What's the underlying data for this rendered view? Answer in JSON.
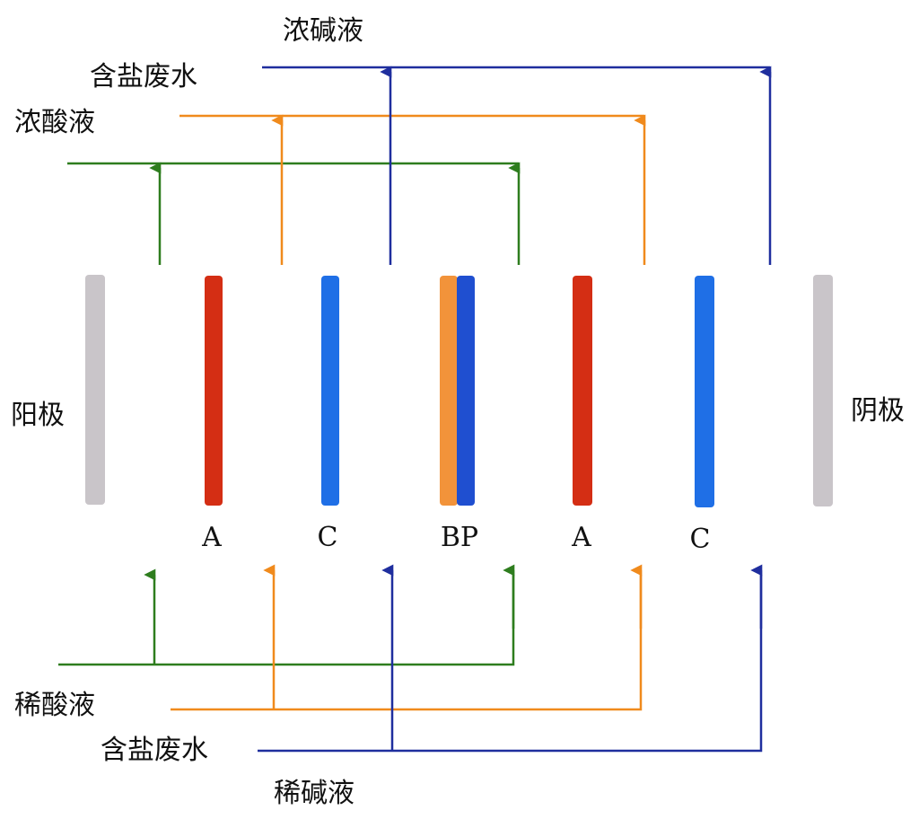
{
  "colors": {
    "green": "#2e7d1e",
    "orange": "#f08a1c",
    "navy": "#1f2e9e",
    "anion_membrane": "#d42e14",
    "cation_membrane": "#1f6fe6",
    "bp_orange": "#f2933a",
    "bp_blue": "#1f4fd0",
    "electrode": "#c9c5c9"
  },
  "top": {
    "conc_base": "浓碱液",
    "salt_water": "含盐废水",
    "conc_acid": "浓酸液"
  },
  "bottom": {
    "dilute_acid": "稀酸液",
    "salt_water": "含盐废水",
    "dilute_base": "稀碱液"
  },
  "electrodes": {
    "anode": "阳极",
    "cathode": "阴极"
  },
  "membranes": {
    "m1": "A",
    "m2": "C",
    "m3": "BP",
    "m4": "A",
    "m5": "C"
  }
}
